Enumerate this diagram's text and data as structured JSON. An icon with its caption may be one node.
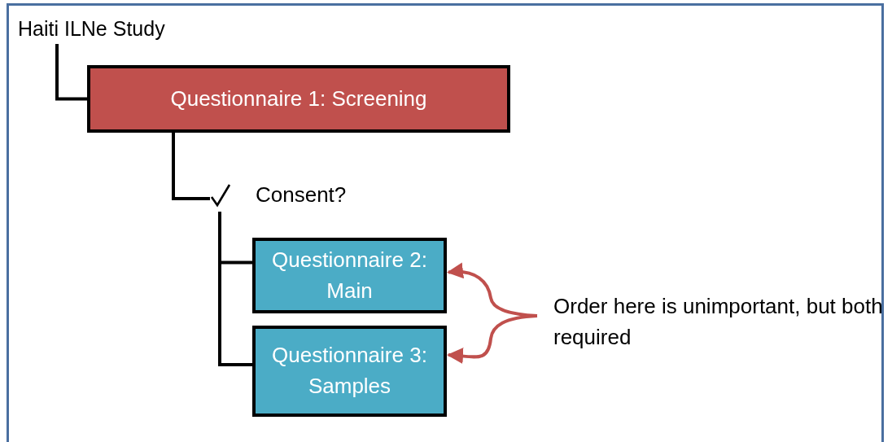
{
  "diagram": {
    "nodes": [
      {
        "text": [
          "Haiti ILNe Study"
        ]
      },
      {
        "text": [
          "Questionnaire 1: Screening"
        ]
      },
      {
        "text": [
          "Consent?"
        ]
      },
      {
        "text": [
          "Questionnaire 2: Main"
        ]
      },
      {
        "text": [
          "Questionnaire 3: Samples"
        ]
      },
      {
        "text": [
          "Order here is unimportant, but both required"
        ]
      }
    ],
    "edges": [
      {
        "from": 0,
        "to": 1,
        "arrow": "none"
      },
      {
        "from": 1,
        "to": 2,
        "arrow": "none"
      },
      {
        "from": 2,
        "to": 3,
        "arrow": "none"
      },
      {
        "from": 2,
        "to": 4,
        "arrow": "none"
      },
      {
        "from": 5,
        "to": 3,
        "arrow": "to",
        "color": "#c0504d"
      },
      {
        "from": 5,
        "to": 4,
        "arrow": "to",
        "color": "#c0504d"
      }
    ]
  }
}
